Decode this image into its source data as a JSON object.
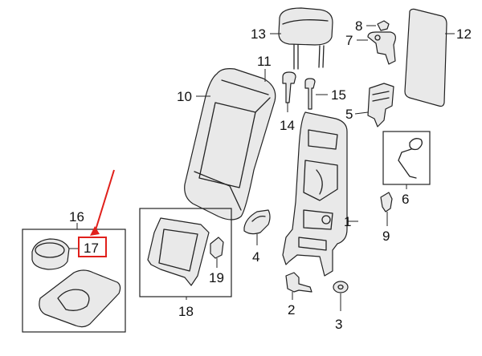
{
  "diagram": {
    "callouts": {
      "p1": "1",
      "p2": "2",
      "p3": "3",
      "p4": "4",
      "p5": "5",
      "p6": "6",
      "p7": "7",
      "p8": "8",
      "p9": "9",
      "p10": "10",
      "p11": "11",
      "p12": "12",
      "p13": "13",
      "p14": "14",
      "p15": "15",
      "p16": "16",
      "p17": "17",
      "p18": "18",
      "p19": "19"
    },
    "highlight": {
      "part": "17",
      "color": "#e0201b"
    }
  }
}
